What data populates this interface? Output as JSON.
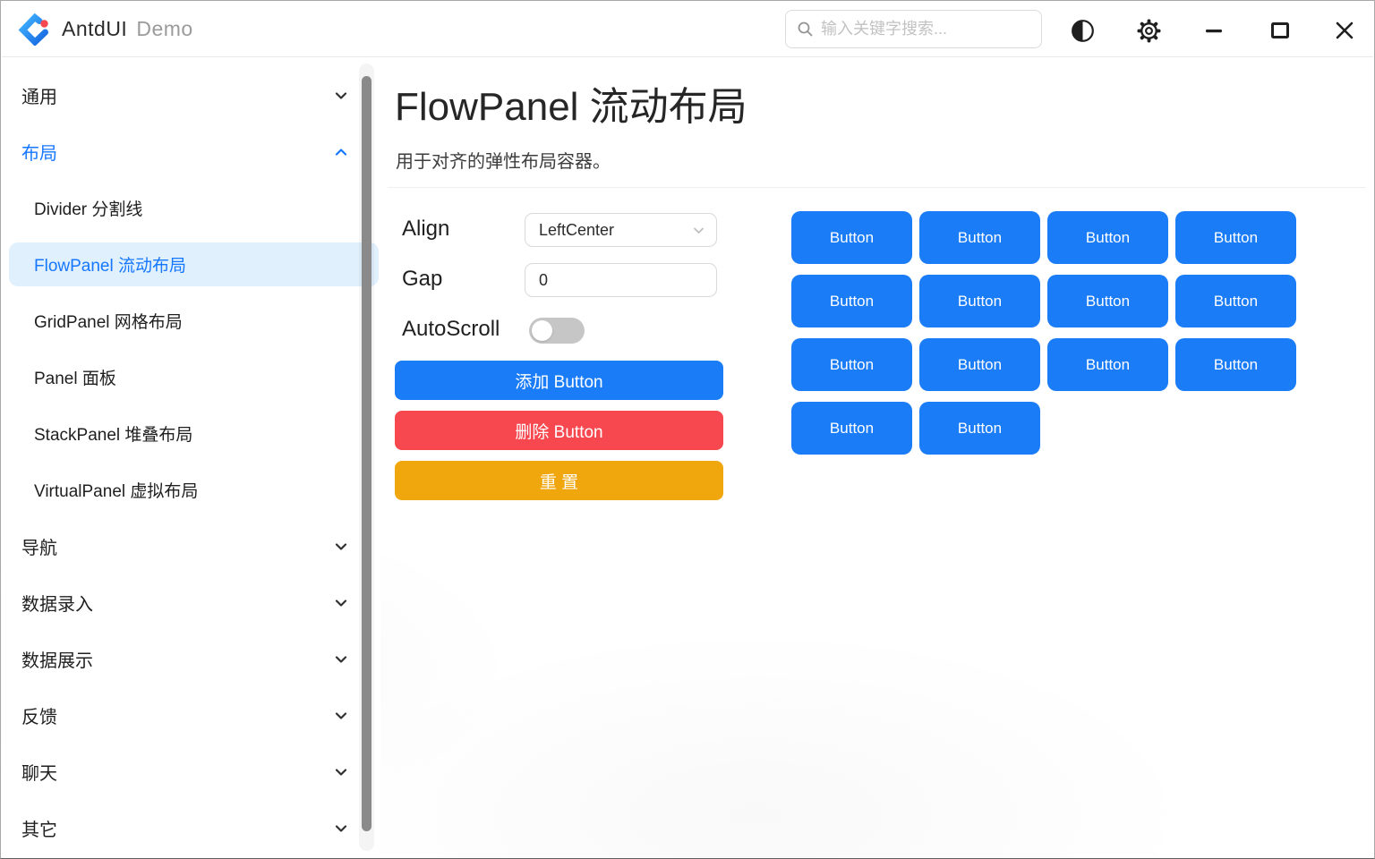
{
  "titlebar": {
    "brand": "AntdUI",
    "brand_secondary": "Demo",
    "search_placeholder": "输入关键字搜索..."
  },
  "sidebar": {
    "items": [
      {
        "id": "general",
        "label": "通用",
        "type": "group",
        "state": "collapsed"
      },
      {
        "id": "layout",
        "label": "布局",
        "type": "group",
        "state": "expanded",
        "active": true
      },
      {
        "id": "divider",
        "label": "Divider 分割线",
        "type": "sub"
      },
      {
        "id": "flowpanel",
        "label": "FlowPanel 流动布局",
        "type": "sub",
        "selected": true
      },
      {
        "id": "gridpanel",
        "label": "GridPanel 网格布局",
        "type": "sub"
      },
      {
        "id": "panel",
        "label": "Panel 面板",
        "type": "sub"
      },
      {
        "id": "stackpanel",
        "label": "StackPanel 堆叠布局",
        "type": "sub"
      },
      {
        "id": "virtualpanel",
        "label": "VirtualPanel 虚拟布局",
        "type": "sub"
      },
      {
        "id": "navigation",
        "label": "导航",
        "type": "group",
        "state": "collapsed"
      },
      {
        "id": "data-entry",
        "label": "数据录入",
        "type": "group",
        "state": "collapsed"
      },
      {
        "id": "data-display",
        "label": "数据展示",
        "type": "group",
        "state": "collapsed"
      },
      {
        "id": "feedback",
        "label": "反馈",
        "type": "group",
        "state": "collapsed"
      },
      {
        "id": "chat",
        "label": "聊天",
        "type": "group",
        "state": "collapsed"
      },
      {
        "id": "other",
        "label": "其它",
        "type": "group",
        "state": "collapsed"
      }
    ]
  },
  "main": {
    "title": "FlowPanel 流动布局",
    "subtitle": "用于对齐的弹性布局容器。",
    "controls": {
      "align_label": "Align",
      "align_value": "LeftCenter",
      "gap_label": "Gap",
      "gap_value": "0",
      "autoscroll_label": "AutoScroll",
      "autoscroll_on": false
    },
    "actions": {
      "add_label": "添加 Button",
      "delete_label": "删除 Button",
      "reset_label": "重 置"
    },
    "flow": {
      "button_label": "Button",
      "count": 14,
      "rows": [
        4,
        4,
        4,
        2
      ]
    }
  },
  "colors": {
    "accent": "#1677ff",
    "flow_button_blue": "#1b7cf8",
    "danger_red": "#f6484e",
    "warning_orange": "#f0a60d",
    "selected_item_bg": "#e1f0fd",
    "scrollbar_thumb": "#8a8a8a"
  }
}
